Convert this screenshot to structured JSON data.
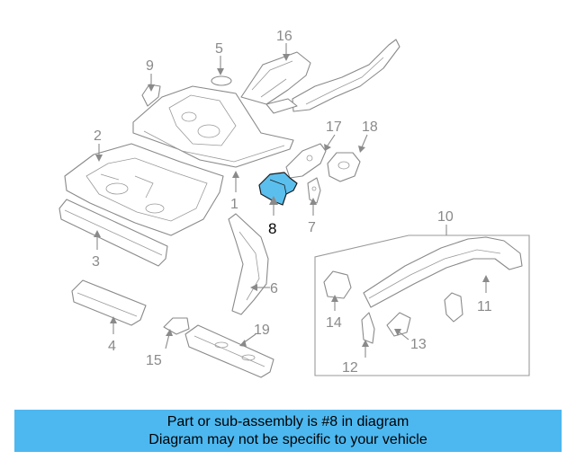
{
  "callouts": {
    "c1": "1",
    "c2": "2",
    "c3": "3",
    "c4": "4",
    "c5": "5",
    "c6": "6",
    "c7": "7",
    "c8": "8",
    "c9": "9",
    "c10": "10",
    "c11": "11",
    "c12": "12",
    "c13": "13",
    "c14": "14",
    "c15": "15",
    "c16": "16",
    "c17": "17",
    "c18": "18",
    "c19": "19"
  },
  "highlight": {
    "part": "8",
    "color": "#5bbfee"
  },
  "info": {
    "line1": "Part or sub-assembly is #8 in diagram",
    "line2": "Diagram may not be specific to your vehicle",
    "background": "#4db8f0"
  }
}
